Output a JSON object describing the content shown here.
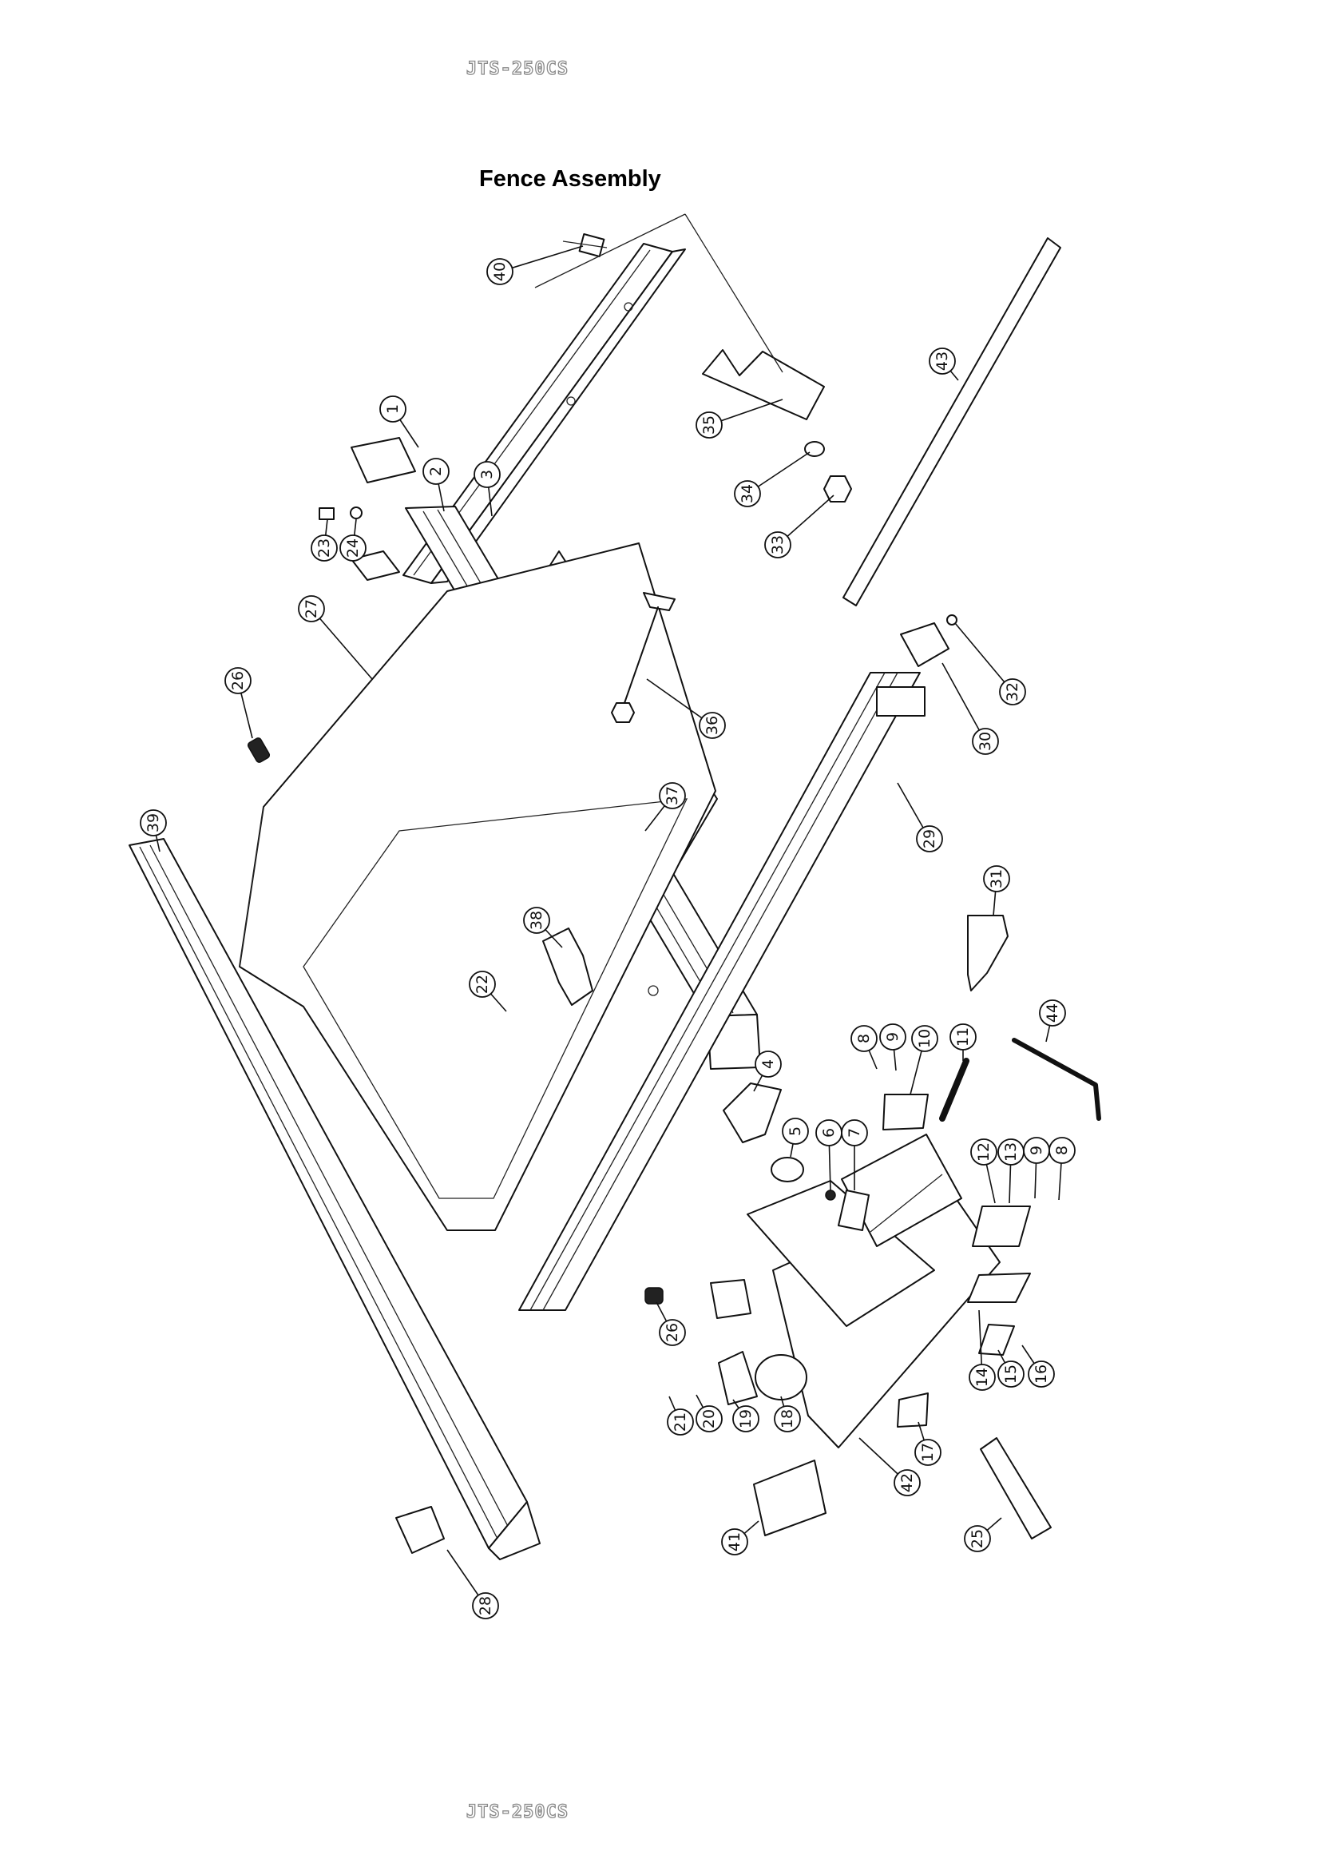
{
  "header": {
    "model_code": "JTS-250CS"
  },
  "title": "Fence Assembly",
  "footer": {
    "model_code": "JTS-250CS"
  },
  "callouts": [
    {
      "id": "part-1",
      "label": "1"
    },
    {
      "id": "part-2",
      "label": "2"
    },
    {
      "id": "part-3",
      "label": "3"
    },
    {
      "id": "part-4",
      "label": "4"
    },
    {
      "id": "part-5",
      "label": "5"
    },
    {
      "id": "part-6",
      "label": "6"
    },
    {
      "id": "part-7",
      "label": "7"
    },
    {
      "id": "part-8a",
      "label": "8"
    },
    {
      "id": "part-9a",
      "label": "9"
    },
    {
      "id": "part-10",
      "label": "10"
    },
    {
      "id": "part-11",
      "label": "11"
    },
    {
      "id": "part-12",
      "label": "12"
    },
    {
      "id": "part-13",
      "label": "13"
    },
    {
      "id": "part-9b",
      "label": "9"
    },
    {
      "id": "part-8b",
      "label": "8"
    },
    {
      "id": "part-14",
      "label": "14"
    },
    {
      "id": "part-15",
      "label": "15"
    },
    {
      "id": "part-16",
      "label": "16"
    },
    {
      "id": "part-17",
      "label": "17"
    },
    {
      "id": "part-18",
      "label": "18"
    },
    {
      "id": "part-19",
      "label": "19"
    },
    {
      "id": "part-20",
      "label": "20"
    },
    {
      "id": "part-21",
      "label": "21"
    },
    {
      "id": "part-22",
      "label": "22"
    },
    {
      "id": "part-23",
      "label": "23"
    },
    {
      "id": "part-24",
      "label": "24"
    },
    {
      "id": "part-25",
      "label": "25"
    },
    {
      "id": "part-26a",
      "label": "26"
    },
    {
      "id": "part-26b",
      "label": "26"
    },
    {
      "id": "part-27",
      "label": "27"
    },
    {
      "id": "part-28",
      "label": "28"
    },
    {
      "id": "part-29",
      "label": "29"
    },
    {
      "id": "part-30",
      "label": "30"
    },
    {
      "id": "part-31",
      "label": "31"
    },
    {
      "id": "part-32",
      "label": "32"
    },
    {
      "id": "part-33",
      "label": "33"
    },
    {
      "id": "part-34",
      "label": "34"
    },
    {
      "id": "part-35",
      "label": "35"
    },
    {
      "id": "part-36",
      "label": "36"
    },
    {
      "id": "part-37",
      "label": "37"
    },
    {
      "id": "part-38",
      "label": "38"
    },
    {
      "id": "part-39",
      "label": "39"
    },
    {
      "id": "part-40",
      "label": "40"
    },
    {
      "id": "part-41",
      "label": "41"
    },
    {
      "id": "part-42",
      "label": "42"
    },
    {
      "id": "part-43",
      "label": "43"
    },
    {
      "id": "part-44",
      "label": "44"
    }
  ]
}
